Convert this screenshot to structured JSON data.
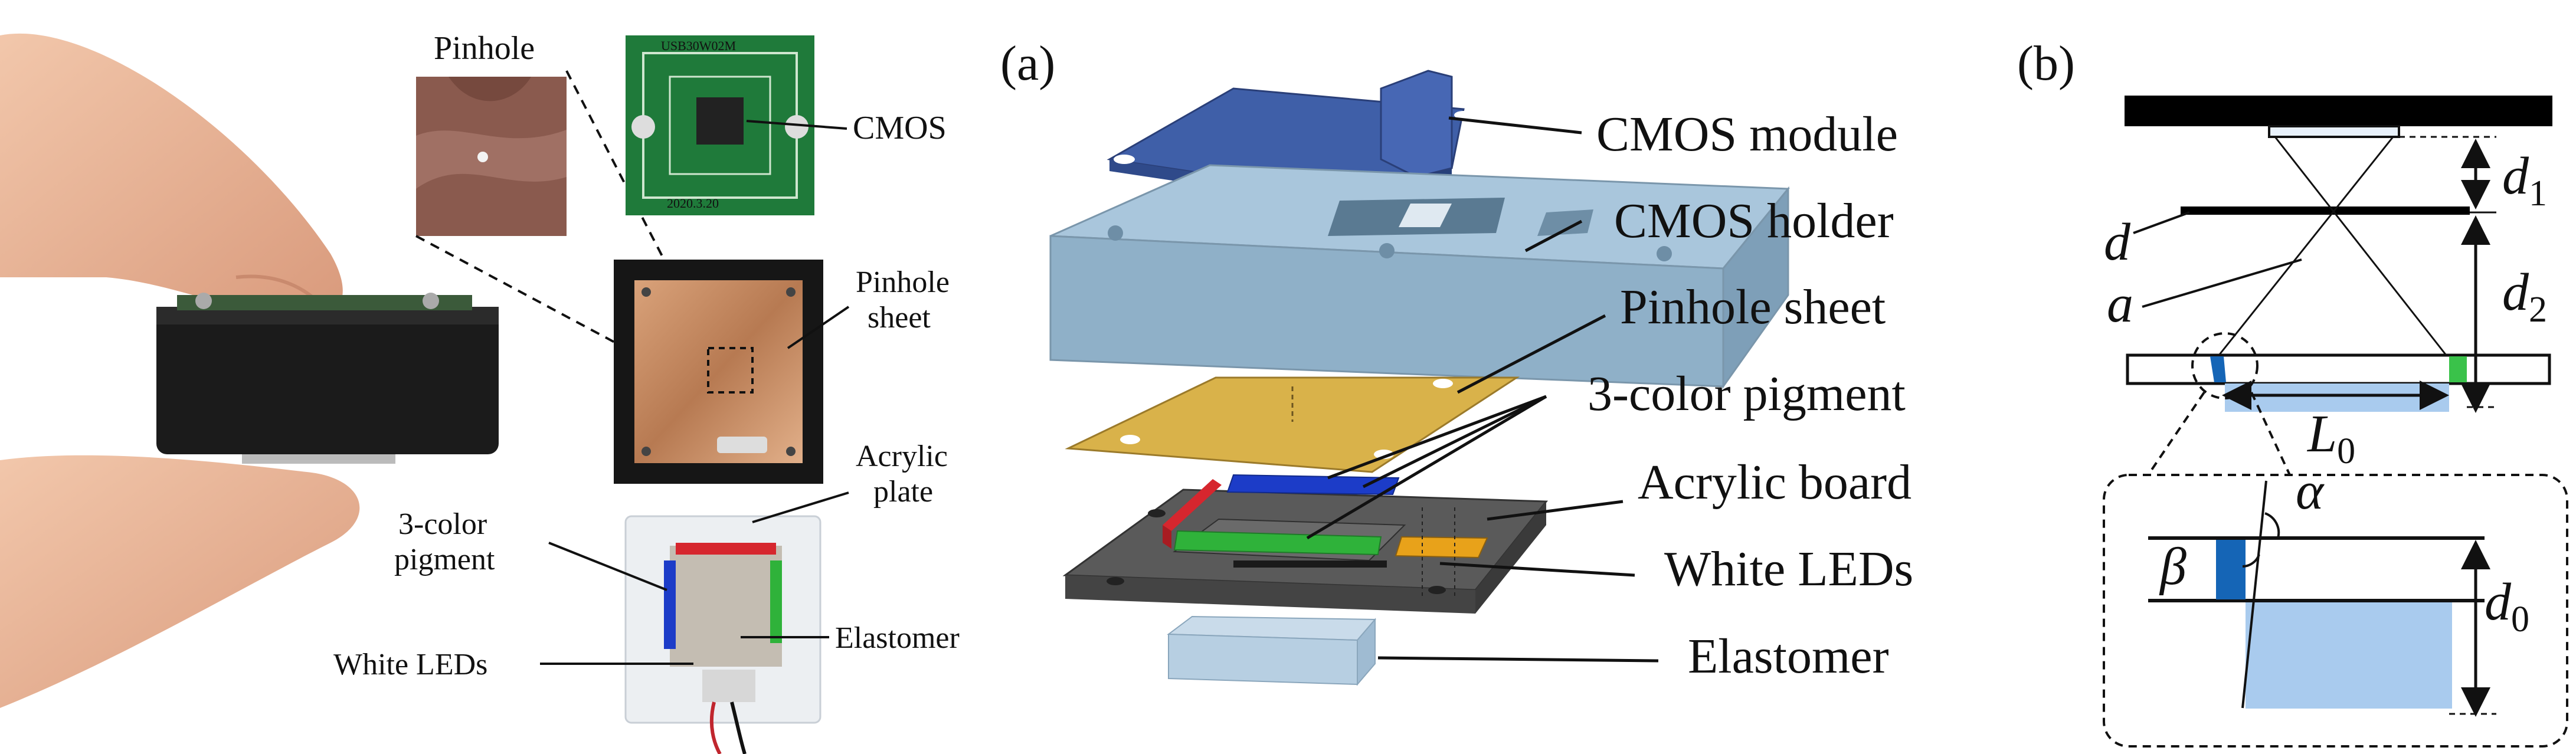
{
  "panel_labels": {
    "a": "(a)",
    "b": "(b)"
  },
  "photo": {
    "pinhole": "Pinhole",
    "cmos": "CMOS",
    "pcb_code": "USB30W02M",
    "pcb_date": "2020.3.20",
    "pinhole_sheet_line1": "Pinhole",
    "pinhole_sheet_line2": "sheet",
    "acrylic_line1": "Acrylic",
    "acrylic_line2": "plate",
    "pigment_line1": "3-color",
    "pigment_line2": "pigment",
    "white_leds": "White LEDs",
    "elastomer": "Elastomer"
  },
  "exploded": {
    "cmos_module": "CMOS module",
    "cmos_holder": "CMOS holder",
    "pinhole_sheet": "Pinhole sheet",
    "pigment": "3-color pigment",
    "acrylic_board": "Acrylic board",
    "white_leds": "White LEDs",
    "elastomer": "Elastomer"
  },
  "schematic": {
    "d1": "d",
    "d1_sub": "1",
    "d": "d",
    "a": "a",
    "d2": "d",
    "d2_sub": "2",
    "L0": "L",
    "L0_sub": "0",
    "alpha": "α",
    "beta": "β",
    "d0": "d",
    "d0_sub": "0"
  },
  "colors": {
    "cmos_module": "#3f5fa8",
    "cmos_holder": "#a9c6dc",
    "pinhole_sheet": "#d9b24a",
    "acrylic_board": "#5a5a5a",
    "pigment_red": "#d6262e",
    "pigment_green": "#2fb23a",
    "pigment_blue": "#1c3cc8",
    "elastomer": "#b7cfe2",
    "led": "#e8a21a",
    "skin": "#e9b79a",
    "copper": "#c98f64",
    "schematic_blue": "#1565b6",
    "schematic_lightblue": "#a9cbee",
    "schematic_green": "#3ac24a"
  },
  "icons": [
    "finger-photo",
    "pcb-photo",
    "pinhole-closeup-photo",
    "sensor-body-photo",
    "acrylic-plate-photo"
  ]
}
